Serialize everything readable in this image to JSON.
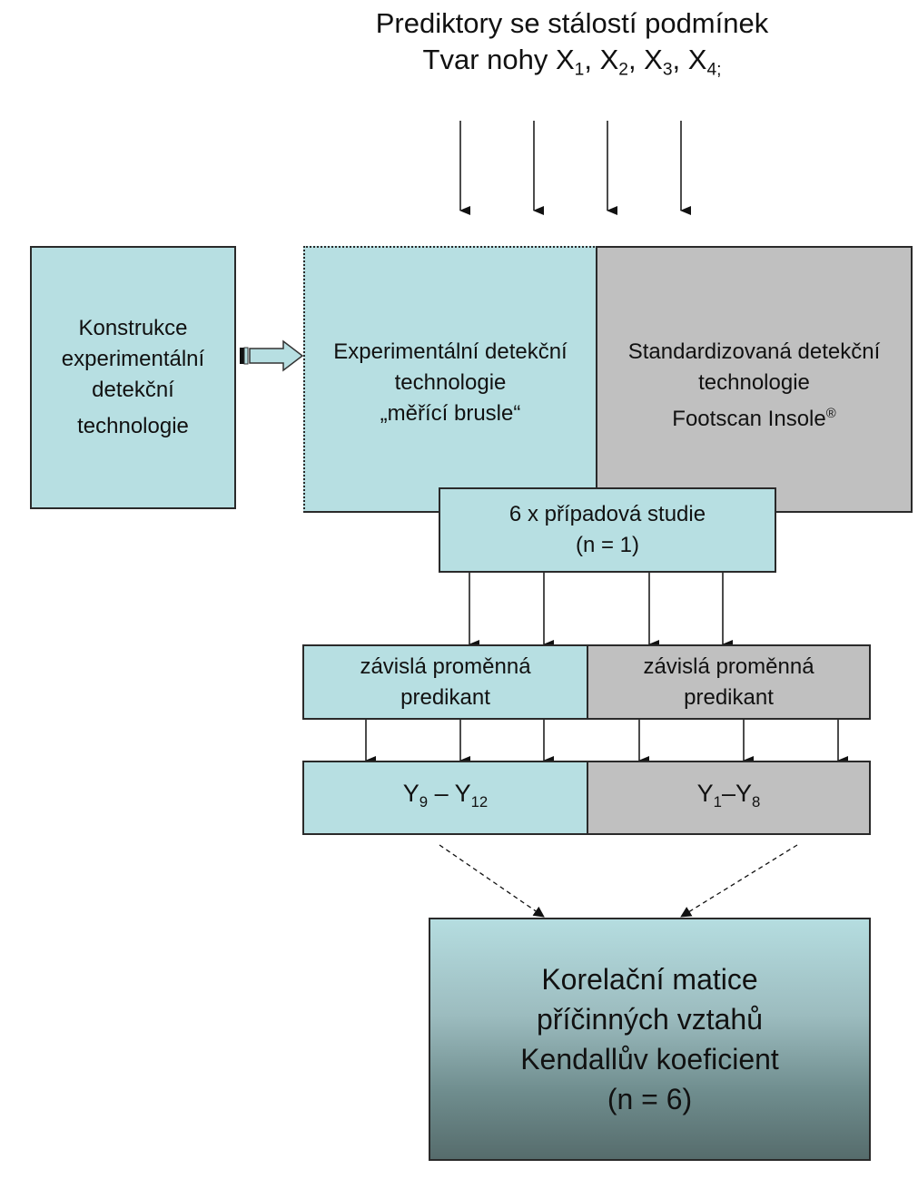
{
  "predictors": {
    "line1": "Prediktory se stálostí podmínek",
    "line2_prefix": "Tvar nohy ",
    "vars": [
      "1",
      "2",
      "3",
      "4;"
    ]
  },
  "construction_box": {
    "lines": [
      "Konstrukce",
      "experimentální",
      "detekční",
      "technologie"
    ]
  },
  "experimental_box": {
    "lines": [
      "Experimentální detekční",
      "technologie",
      "„měřící brusle“"
    ]
  },
  "standard_box": {
    "lines": [
      "Standardizovaná detekční",
      "technologie"
    ],
    "product": "Footscan Insole",
    "product_mark": "®"
  },
  "case_study_box": {
    "lines": [
      "6 x případová studie",
      "(n = 1)"
    ]
  },
  "dependent_left": {
    "lines": [
      "závislá proměnná",
      "predikant"
    ]
  },
  "dependent_right": {
    "lines": [
      "závislá proměnná",
      "predikant"
    ]
  },
  "y_left": {
    "start_sub": "9",
    "sep": " – ",
    "end_sub": "12"
  },
  "y_right": {
    "start_sub": "1",
    "sep": "–",
    "end_sub": "8"
  },
  "result_box": {
    "lines": [
      "Korelační matice",
      "příčinných vztahů",
      "Kendallův koeficient",
      "(n = 6)"
    ]
  },
  "colors": {
    "teal": "#b7dfe2",
    "grey": "#c0c0c0",
    "dark_teal": "#566c6c"
  }
}
